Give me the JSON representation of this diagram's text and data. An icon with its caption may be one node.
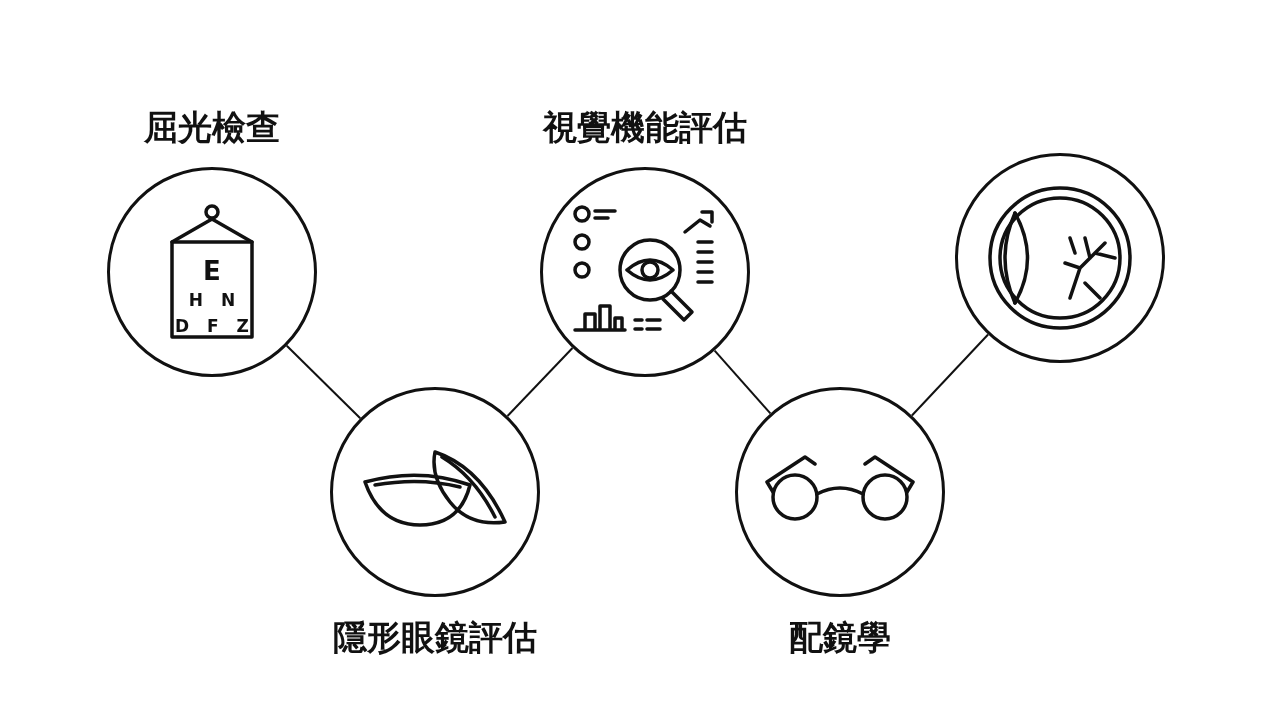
{
  "diagram": {
    "nodes": [
      {
        "text": [
          "屈光檢查"
        ]
      },
      {
        "text": [
          "隱形眼鏡評估"
        ]
      },
      {
        "text": [
          "視覺機能評估"
        ]
      },
      {
        "text": [
          "配鏡學"
        ]
      },
      {
        "text": [],
        "shape": "circle"
      }
    ],
    "edges": [
      {
        "from": 0,
        "to": 1,
        "arrow": "none"
      },
      {
        "from": 1,
        "to": 2,
        "arrow": "none"
      },
      {
        "from": 2,
        "to": 3,
        "arrow": "none"
      },
      {
        "from": 3,
        "to": 4,
        "arrow": "none"
      }
    ],
    "labels": [
      "E",
      "H N",
      "D F Z"
    ]
  }
}
